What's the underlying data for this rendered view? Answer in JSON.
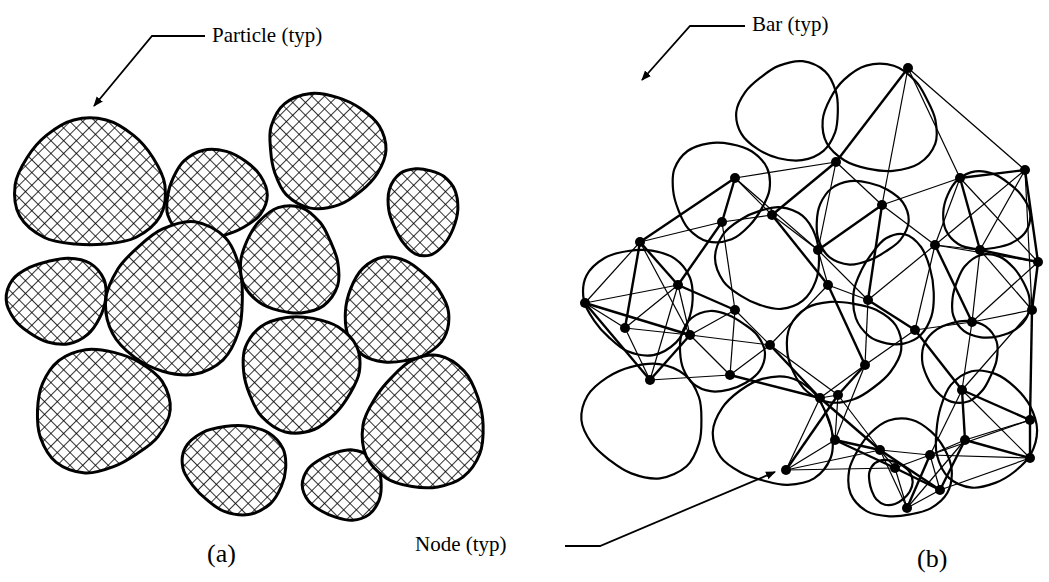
{
  "diagram": {
    "labels": [
      "Particle (typ)",
      "Bar (typ)",
      "Node (typ)",
      "(a)",
      "(b)"
    ]
  }
}
